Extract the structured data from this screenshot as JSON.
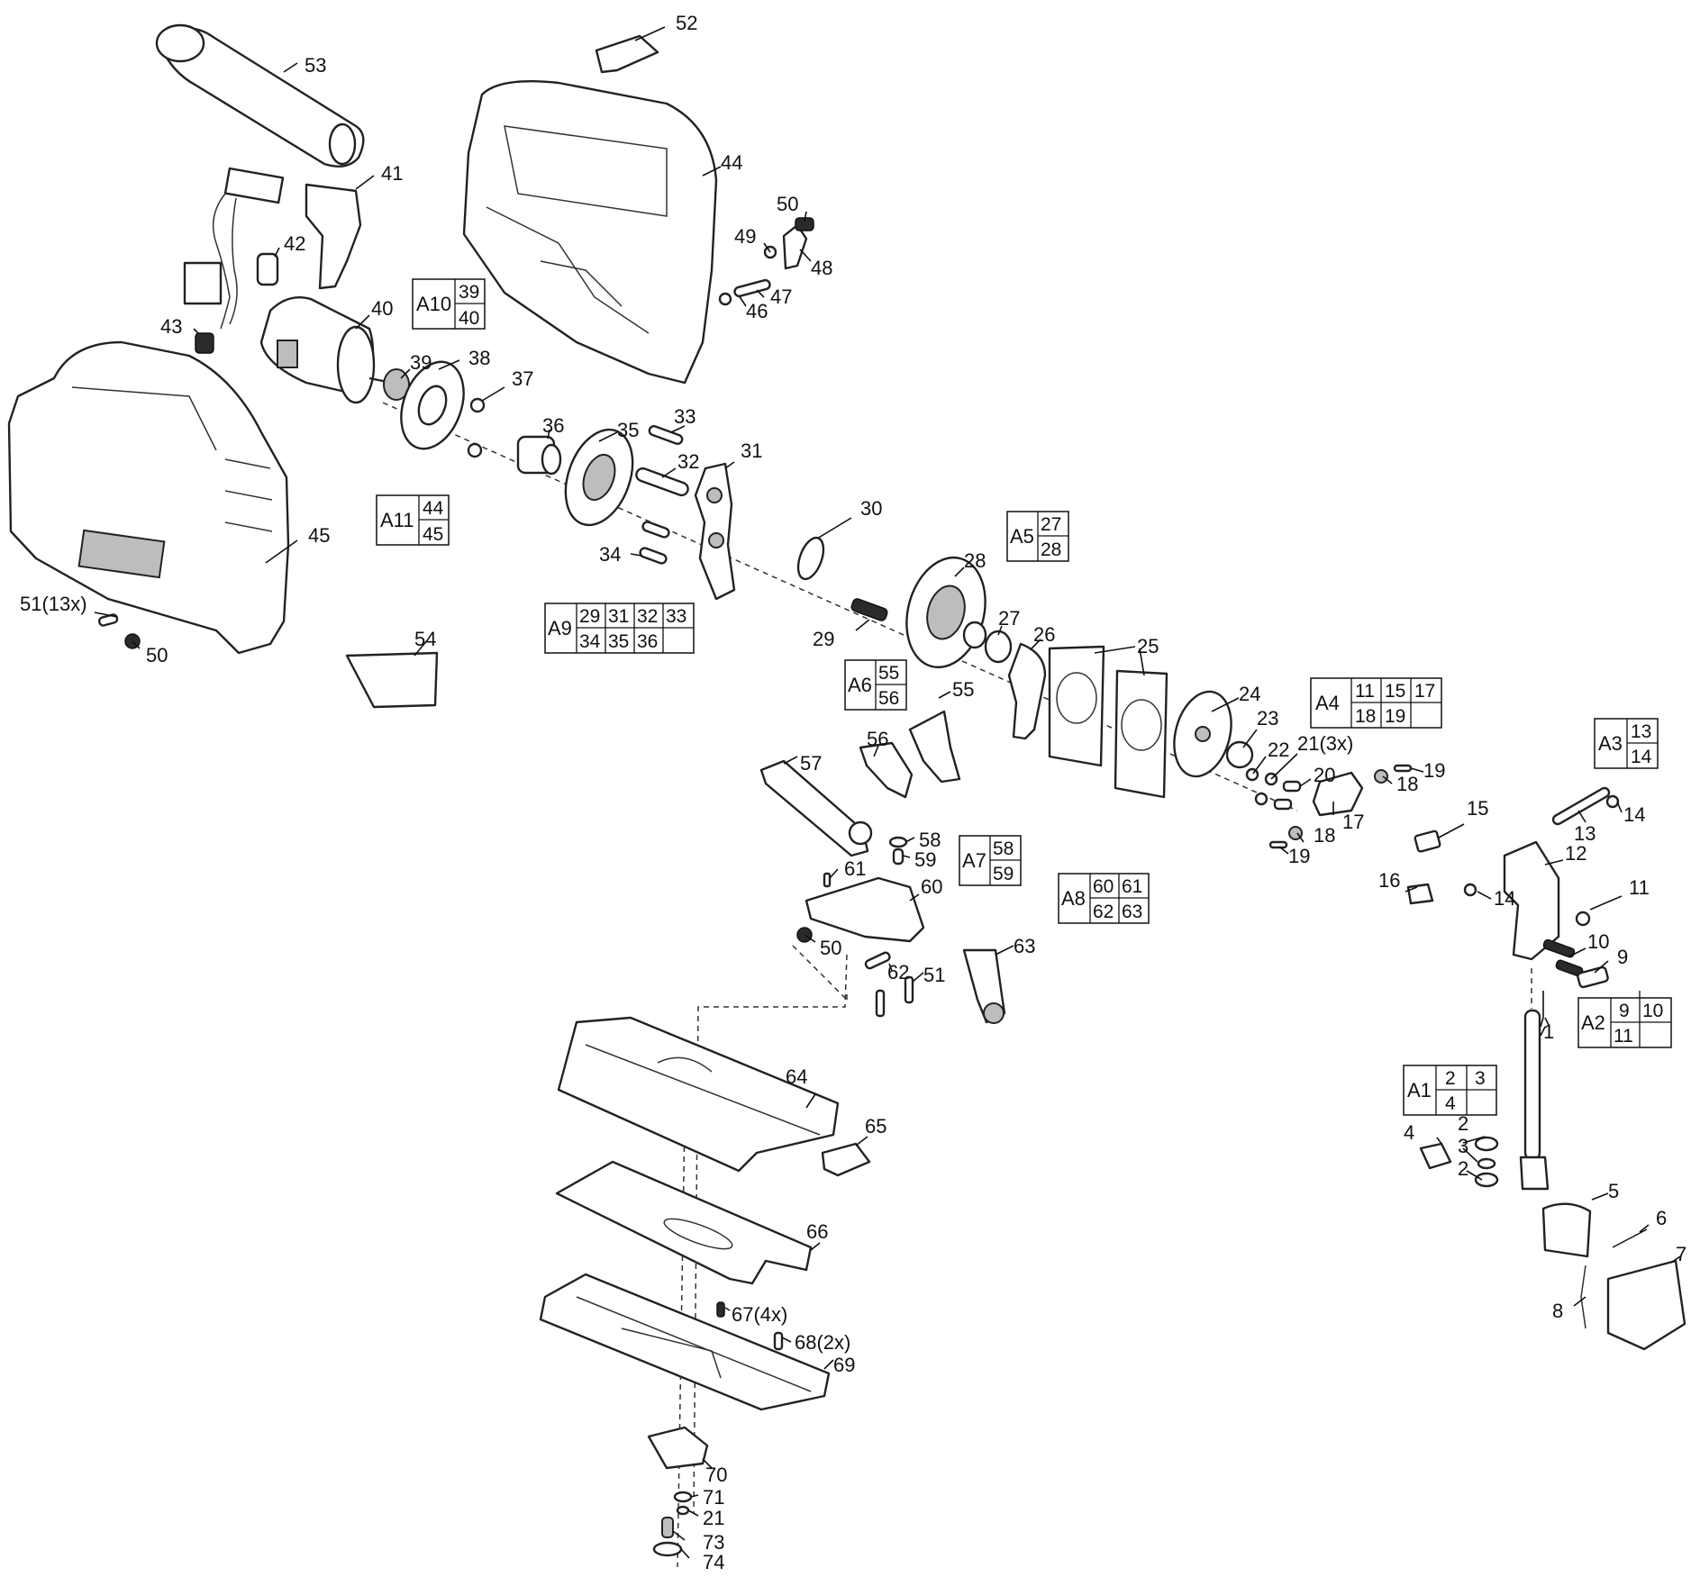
{
  "callouts": [
    {
      "n": "1"
    },
    {
      "n": "2"
    },
    {
      "n": "3"
    },
    {
      "n": "2"
    },
    {
      "n": "4"
    },
    {
      "n": "5"
    },
    {
      "n": "6"
    },
    {
      "n": "7"
    },
    {
      "n": "8"
    },
    {
      "n": "9"
    },
    {
      "n": "10"
    },
    {
      "n": "11"
    },
    {
      "n": "12"
    },
    {
      "n": "13"
    },
    {
      "n": "14"
    },
    {
      "n": "14"
    },
    {
      "n": "15"
    },
    {
      "n": "16"
    },
    {
      "n": "17"
    },
    {
      "n": "18"
    },
    {
      "n": "18"
    },
    {
      "n": "19"
    },
    {
      "n": "19"
    },
    {
      "n": "20"
    },
    {
      "n": "21(3x)"
    },
    {
      "n": "22"
    },
    {
      "n": "23"
    },
    {
      "n": "24"
    },
    {
      "n": "25"
    },
    {
      "n": "26"
    },
    {
      "n": "27"
    },
    {
      "n": "28"
    },
    {
      "n": "29"
    },
    {
      "n": "30"
    },
    {
      "n": "31"
    },
    {
      "n": "32"
    },
    {
      "n": "33"
    },
    {
      "n": "34"
    },
    {
      "n": "35"
    },
    {
      "n": "36"
    },
    {
      "n": "37"
    },
    {
      "n": "38"
    },
    {
      "n": "39"
    },
    {
      "n": "40"
    },
    {
      "n": "41"
    },
    {
      "n": "42"
    },
    {
      "n": "43"
    },
    {
      "n": "44"
    },
    {
      "n": "45"
    },
    {
      "n": "46"
    },
    {
      "n": "47"
    },
    {
      "n": "48"
    },
    {
      "n": "49"
    },
    {
      "n": "50"
    },
    {
      "n": "50"
    },
    {
      "n": "50"
    },
    {
      "n": "51(13x)"
    },
    {
      "n": "51"
    },
    {
      "n": "52"
    },
    {
      "n": "53"
    },
    {
      "n": "54"
    },
    {
      "n": "55"
    },
    {
      "n": "56"
    },
    {
      "n": "57"
    },
    {
      "n": "58"
    },
    {
      "n": "59"
    },
    {
      "n": "60"
    },
    {
      "n": "61"
    },
    {
      "n": "62"
    },
    {
      "n": "63"
    },
    {
      "n": "64"
    },
    {
      "n": "65"
    },
    {
      "n": "66"
    },
    {
      "n": "67(4x)"
    },
    {
      "n": "68(2x)"
    },
    {
      "n": "69"
    },
    {
      "n": "70"
    },
    {
      "n": "71"
    },
    {
      "n": "21"
    },
    {
      "n": "73"
    },
    {
      "n": "74"
    }
  ],
  "kits": [
    {
      "id": "A10",
      "parts": [
        "39",
        "40"
      ]
    },
    {
      "id": "A11",
      "parts": [
        "44",
        "45"
      ]
    },
    {
      "id": "A9",
      "parts": [
        "29",
        "31",
        "32",
        "33",
        "34",
        "35",
        "36",
        ""
      ]
    },
    {
      "id": "A5",
      "parts": [
        "27",
        "28"
      ]
    },
    {
      "id": "A6",
      "parts": [
        "55",
        "56"
      ]
    },
    {
      "id": "A4",
      "parts": [
        "11",
        "15",
        "17",
        "18",
        "19",
        ""
      ]
    },
    {
      "id": "A3",
      "parts": [
        "13",
        "14"
      ]
    },
    {
      "id": "A7",
      "parts": [
        "58",
        "59"
      ]
    },
    {
      "id": "A8",
      "parts": [
        "60",
        "61",
        "62",
        "63"
      ]
    },
    {
      "id": "A2",
      "parts": [
        "9",
        "10",
        "11",
        ""
      ]
    },
    {
      "id": "A1",
      "parts": [
        "2",
        "3",
        "4",
        ""
      ]
    }
  ]
}
